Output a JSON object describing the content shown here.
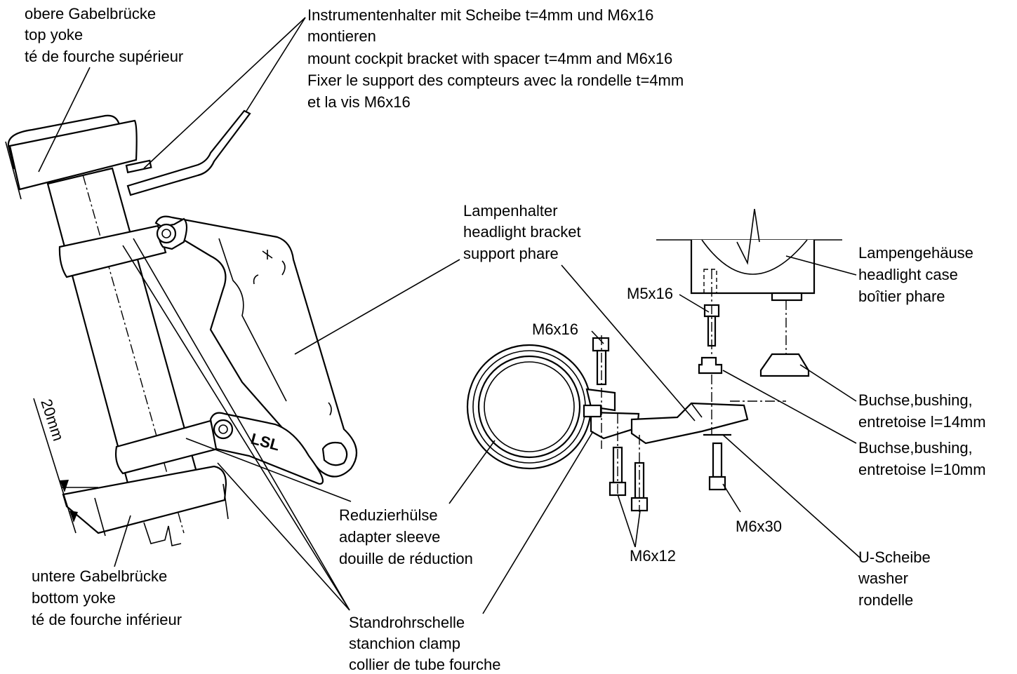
{
  "labels": {
    "top_yoke": [
      "obere Gabelbrücke",
      "top yoke",
      "té de fourche supérieur"
    ],
    "cockpit": [
      "Instrumentenhalter mit Scheibe t=4mm und M6x16",
      "montieren",
      "mount cockpit bracket with spacer t=4mm and M6x16",
      "Fixer le support des compteurs avec la rondelle t=4mm",
      "et la vis M6x16"
    ],
    "headlight_bracket": [
      "Lampenhalter",
      "headlight bracket",
      "support phare"
    ],
    "headlight_case": [
      "Lampengehäuse",
      "headlight case",
      "boîtier phare"
    ],
    "m5x16": "M5x16",
    "m6x16": "M6x16",
    "bushing14": [
      "Buchse,bushing,",
      "entretoise l=14mm"
    ],
    "bushing10": [
      "Buchse,bushing,",
      "entretoise l=10mm"
    ],
    "dim20": "20mm",
    "adapter_sleeve": [
      "Reduzierhülse",
      "adapter sleeve",
      "douille de réduction"
    ],
    "m6x30": "M6x30",
    "m6x12": "M6x12",
    "washer": [
      "U-Scheibe",
      "washer",
      "rondelle"
    ],
    "bottom_yoke": [
      "untere Gabelbrücke",
      "bottom yoke",
      "té de fourche inférieur"
    ],
    "stanchion_clamp": [
      "Standrohrschelle",
      "stanchion clamp",
      "collier de tube fourche"
    ],
    "logo": "LSL"
  }
}
